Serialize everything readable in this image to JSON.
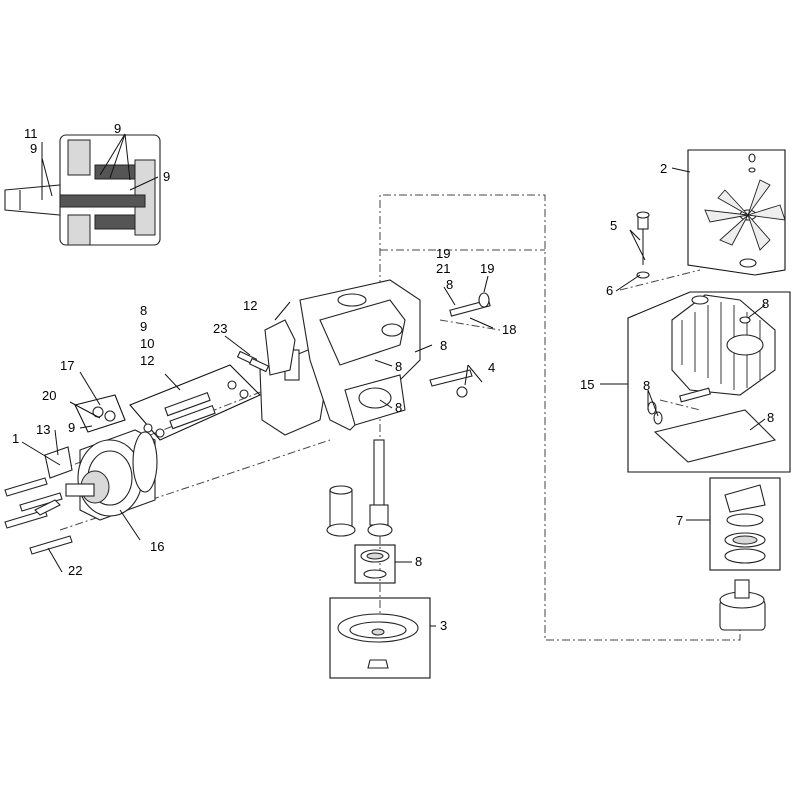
{
  "callouts": {
    "c11": "11",
    "c9a": "9",
    "c9b": "9",
    "c9c": "9",
    "c2": "2",
    "c5": "5",
    "c6": "6",
    "c8a": "8",
    "c15": "15",
    "c8b": "8",
    "c8c": "8",
    "c7": "7",
    "c19a": "19",
    "c21": "21",
    "c19b": "19",
    "c8d": "8",
    "c18": "18",
    "c8e": "8",
    "c9d": "9",
    "c10": "10",
    "c12a": "12",
    "c12b": "12",
    "c23": "23",
    "c8f": "8",
    "c8g": "8",
    "c4": "4",
    "c8h": "8",
    "c17": "17",
    "c20": "20",
    "c9e": "9",
    "c1": "1",
    "c13": "13",
    "c16": "16",
    "c22": "22",
    "c8i": "8",
    "c3": "3"
  }
}
